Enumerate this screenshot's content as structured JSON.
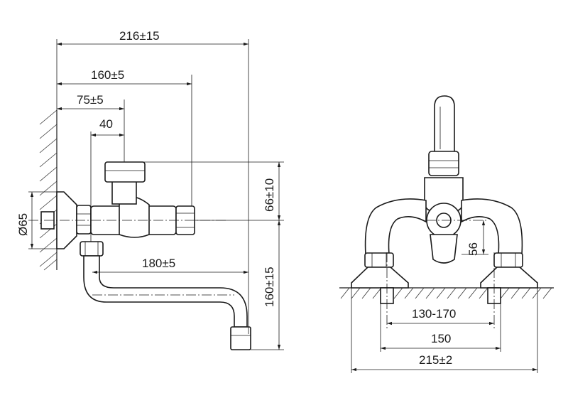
{
  "side_view": {
    "dim_total_width": "216±15",
    "dim_reach": "160±5",
    "dim_outlet_offset": "75±5",
    "dim_body_offset": "40",
    "dim_flange_diameter": "Ø65",
    "dim_spout_length": "180±5",
    "dim_top_height": "66±10",
    "dim_spout_height": "160±15"
  },
  "front_view": {
    "dim_center_height": "56",
    "dim_connection_range": "130-170",
    "dim_connection_spacing": "150",
    "dim_overall_width": "215±2"
  }
}
